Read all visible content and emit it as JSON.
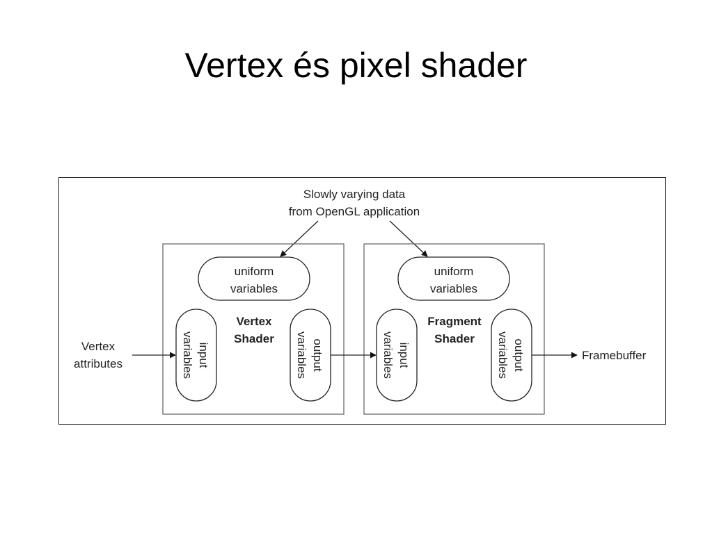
{
  "slide": {
    "title": "Vertex és pixel shader"
  },
  "diagram": {
    "top_label_line1": "Slowly varying data",
    "top_label_line2": "from OpenGL application",
    "vertex_stage": {
      "name_line1": "Vertex",
      "name_line2": "Shader",
      "uniform_line1": "uniform",
      "uniform_line2": "variables",
      "input_line1": "input",
      "input_line2": "variables",
      "output_line1": "output",
      "output_line2": "variables"
    },
    "fragment_stage": {
      "name_line1": "Fragment",
      "name_line2": "Shader",
      "uniform_line1": "uniform",
      "uniform_line2": "variables",
      "input_line1": "input",
      "input_line2": "variables",
      "output_line1": "output",
      "output_line2": "variables"
    },
    "left_label_line1": "Vertex",
    "left_label_line2": "attributes",
    "right_label": "Framebuffer"
  }
}
